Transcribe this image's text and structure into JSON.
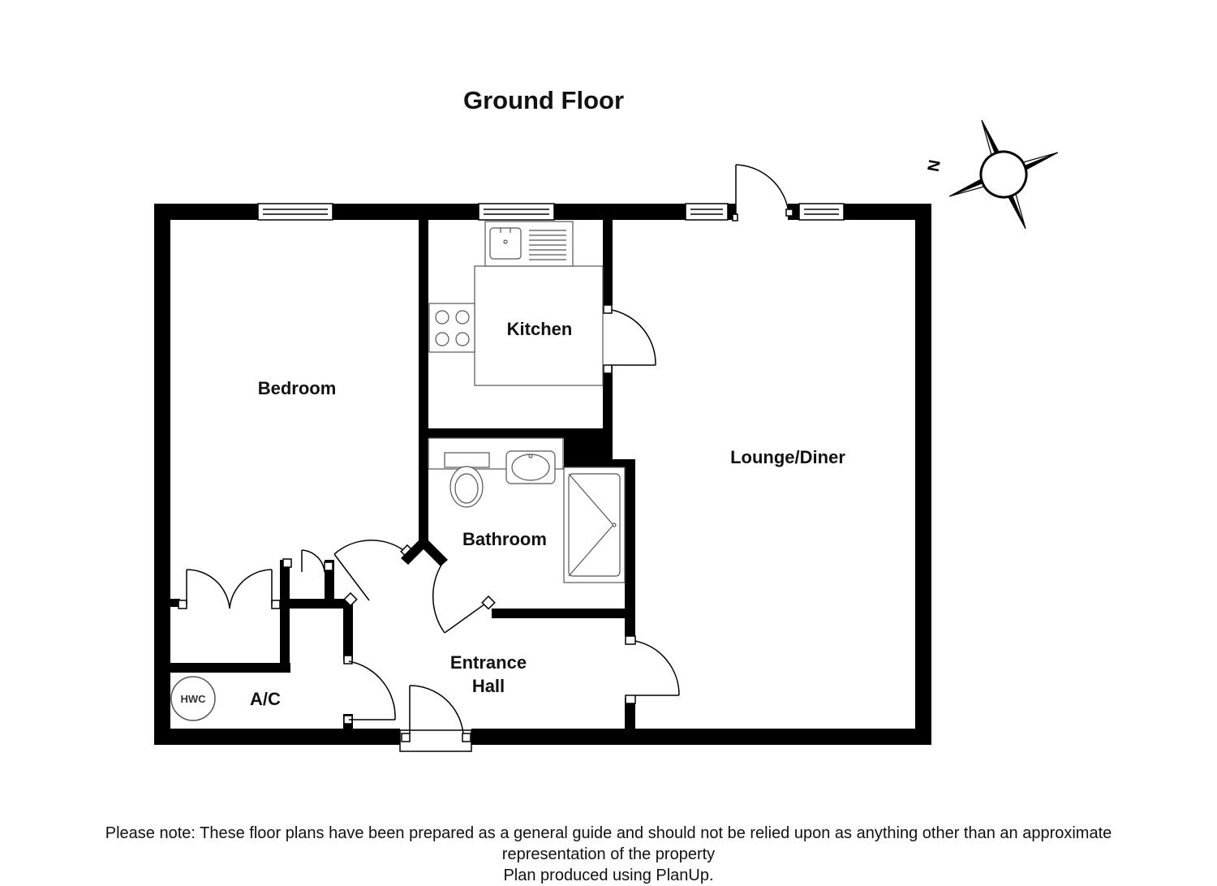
{
  "title": "Ground Floor",
  "rooms": {
    "bedroom": "Bedroom",
    "kitchen": "Kitchen",
    "lounge": "Lounge/Diner",
    "bathroom": "Bathroom",
    "entrance_line1": "Entrance",
    "entrance_line2": "Hall",
    "ac": "A/C",
    "hwc": "HWC"
  },
  "compass": {
    "north_label": "N",
    "icon": "compass-rose-icon"
  },
  "notes": {
    "line1": "Please note:  These floor plans have been prepared as a general guide and should not be relied upon as anything other than an approximate",
    "line2": "representation of the property",
    "line3": "Plan produced using PlanUp."
  },
  "colors": {
    "wall": "#000000",
    "fixture": "#555555",
    "background": "#ffffff"
  }
}
